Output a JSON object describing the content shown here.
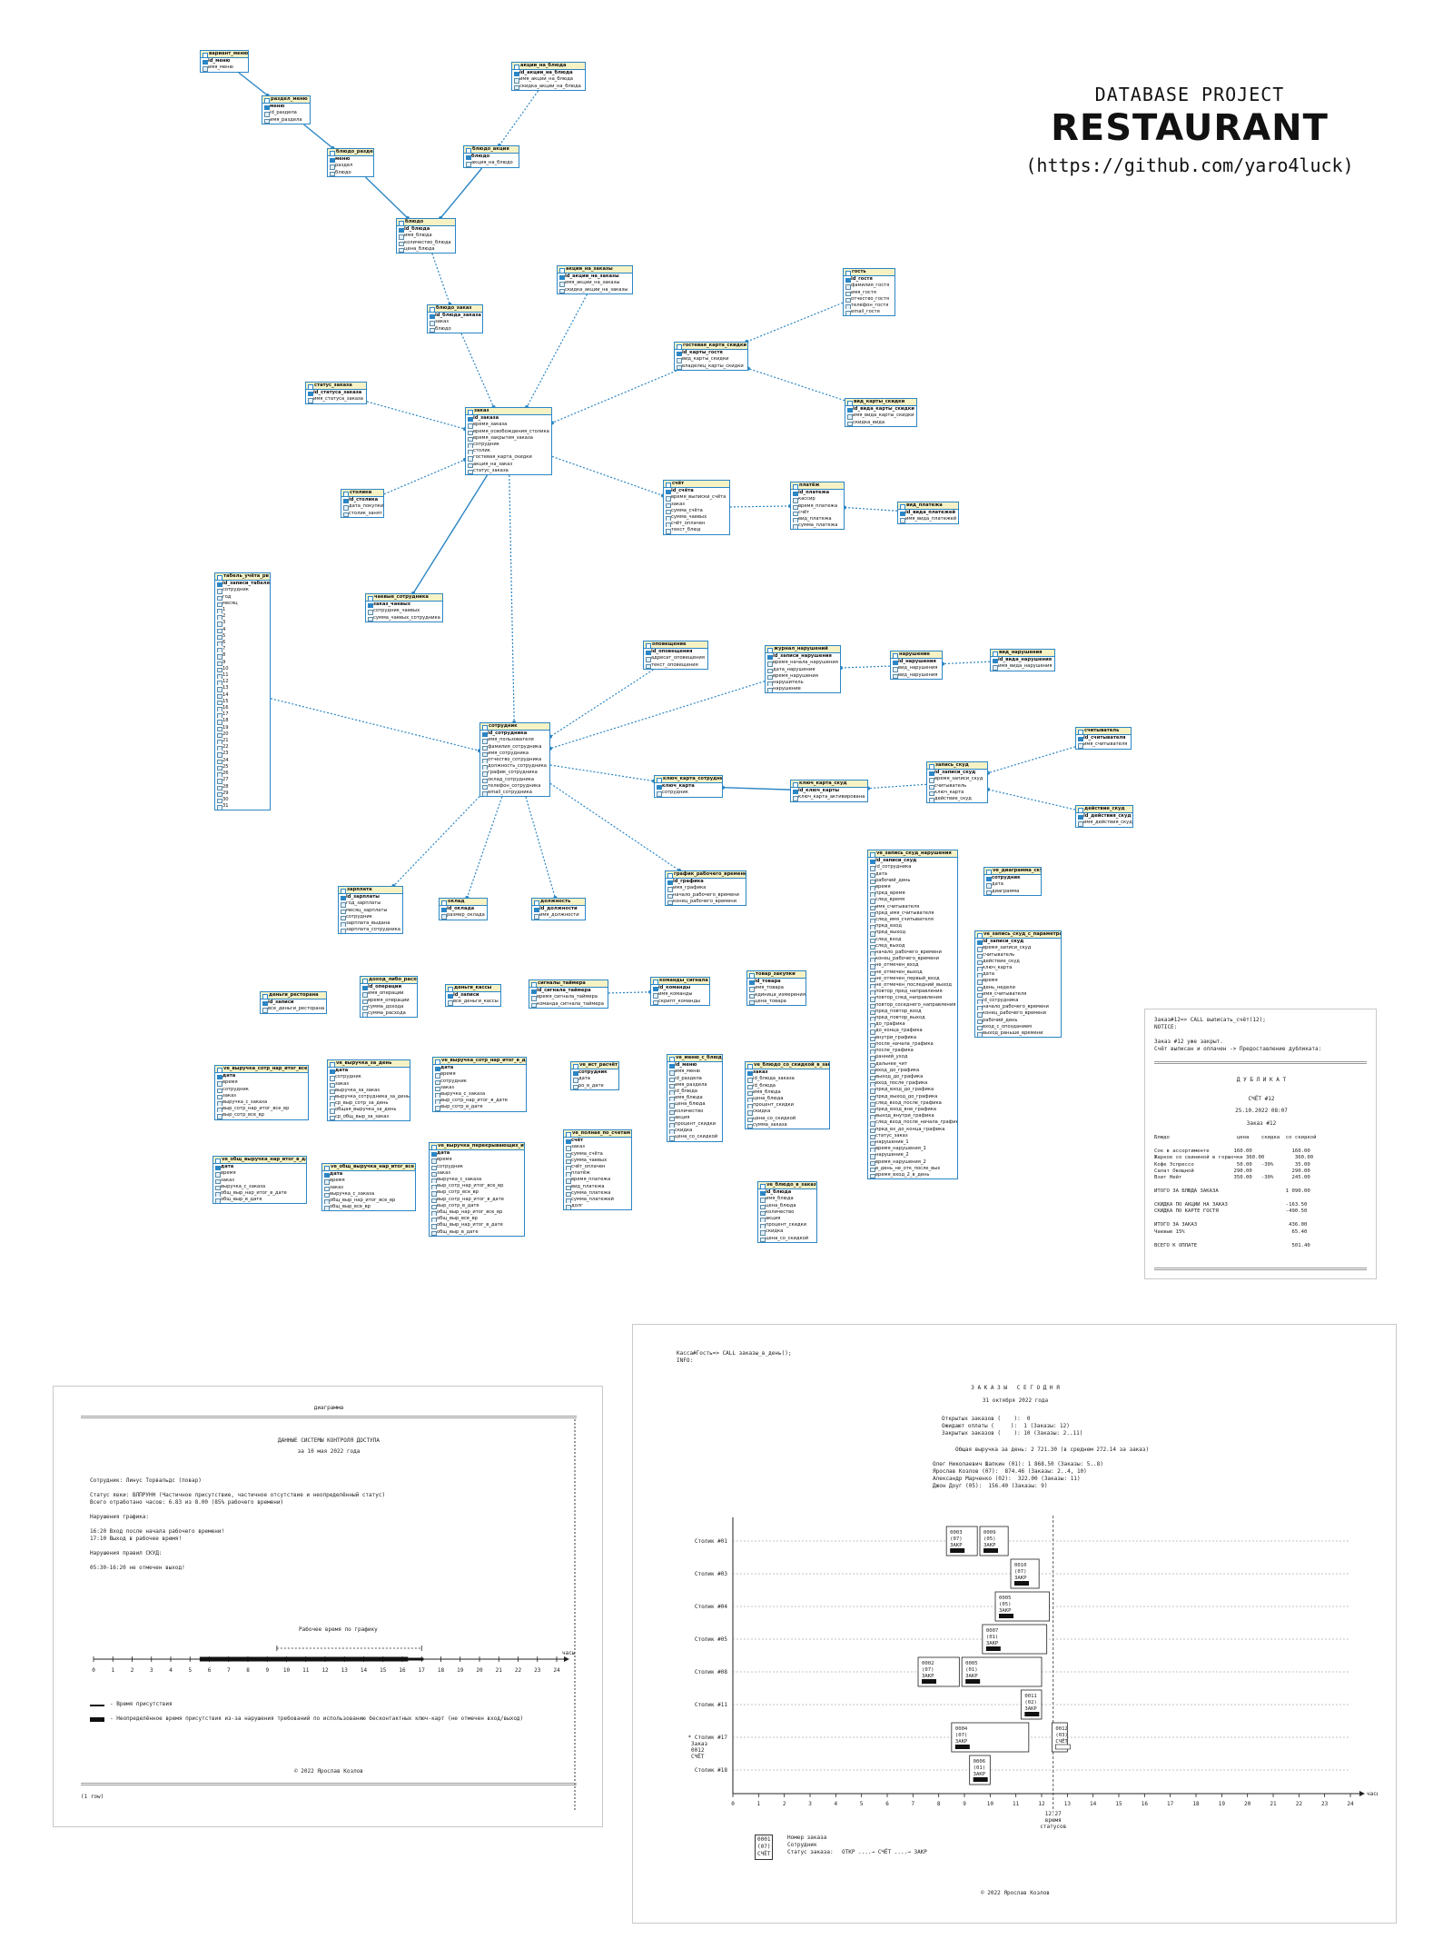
{
  "header": {
    "subtitle": "DATABASE PROJECT",
    "title": "RESTAURANT",
    "url": "(https://github.com/yaro4luck)"
  },
  "er": {
    "t_variant_menu": {
      "title": "вариант_меню",
      "rows": [
        "id_меню",
        "имя_меню"
      ]
    },
    "t_razdel_menu": {
      "title": "раздел_меню",
      "rows": [
        "меню",
        "id_раздела",
        "имя_раздела"
      ]
    },
    "t_bludo_razdel": {
      "title": "блюдо_раздел",
      "rows": [
        "меню",
        "раздел",
        "блюдо"
      ]
    },
    "t_bludo": {
      "title": "блюдо",
      "rows": [
        "id_блюда",
        "имя_блюда",
        "количество_блюда",
        "цена_блюда"
      ]
    },
    "t_akcii_na_bluda": {
      "title": "акции_на_блюда",
      "rows": [
        "id_акции_на_блюда",
        "имя_акции_на_блюда",
        "скидка_акции_на_блюда"
      ]
    },
    "t_bludo_akciya": {
      "title": "блюдо_акция",
      "rows": [
        "блюдо",
        "акция_на_блюдо"
      ]
    },
    "t_akcii_na_zakazy": {
      "title": "акции_на_заказы",
      "rows": [
        "id_акции_на_заказы",
        "имя_акции_на_заказы",
        "скидка_акции_на_заказы"
      ]
    },
    "t_gost": {
      "title": "гость",
      "rows": [
        "id_гостя",
        "фамилия_гостя",
        "имя_гостя",
        "отчество_гостя",
        "телефон_гостя",
        "email_гостя"
      ]
    },
    "t_bludo_zakaz": {
      "title": "блюдо_заказ",
      "rows": [
        "id_блюда_заказа",
        "заказ",
        "блюдо"
      ]
    },
    "t_gostevaya_karta": {
      "title": "гостевая_карта_скидки",
      "rows": [
        "id_карты_гостя",
        "вид_карты_скидки",
        "владелец_карты_скидки"
      ]
    },
    "t_status_zakaza": {
      "title": "статус_заказа",
      "rows": [
        "id_статуса_заказа",
        "имя_статуса_заказа"
      ]
    },
    "t_zakaz": {
      "title": "заказ",
      "rows": [
        "id_заказа",
        "время_заказа",
        "время_освобождения_столика",
        "время_закрытия_заказа",
        "сотрудник",
        "столик",
        "гостевая_карта_скидки",
        "акция_на_заказ",
        "статус_заказа"
      ]
    },
    "t_vid_karty": {
      "title": "вид_карты_скидки",
      "rows": [
        "id_вида_карты_скидки",
        "имя_вида_карты_скидки",
        "скидка_вида"
      ]
    },
    "t_stoliki": {
      "title": "столики",
      "rows": [
        "id_столика",
        "дата_покупки",
        "столик_занят"
      ]
    },
    "t_schet": {
      "title": "счёт",
      "rows": [
        "id_счёта",
        "время_выписки_счёта",
        "заказ",
        "сумма_счёта",
        "сумма_чаевых",
        "счёт_оплачен",
        "текст_блюд"
      ]
    },
    "t_platezh": {
      "title": "платёж",
      "rows": [
        "id_платежа",
        "кассир",
        "время_платежа",
        "счёт",
        "вид_платежа",
        "сумма_платежа"
      ]
    },
    "t_vid_platezha": {
      "title": "вид_платежа",
      "rows": [
        "id_вида_платежей",
        "имя_вида_платежей"
      ]
    },
    "t_tabel": {
      "title": "табель_учёта_рв",
      "rows": [
        "id_записи_табеля",
        "сотрудник",
        "год",
        "месяц",
        "1",
        "2",
        "3",
        "4",
        "5",
        "6",
        "7",
        "8",
        "9",
        "10",
        "11",
        "12",
        "13",
        "14",
        "15",
        "16",
        "17",
        "18",
        "19",
        "20",
        "21",
        "22",
        "23",
        "24",
        "25",
        "26",
        "27",
        "28",
        "29",
        "30",
        "31"
      ]
    },
    "t_chaevye": {
      "title": "чаевые_сотрудника",
      "rows": [
        "заказ_чаевых",
        "сотрудник_чаевых",
        "сумма_чаевых_сотрудника"
      ]
    },
    "t_opoveshenie": {
      "title": "оповещение",
      "rows": [
        "id_оповещения",
        "адресат_оповещения",
        "текст_оповещения"
      ]
    },
    "t_zhurnal_narusheniy": {
      "title": "журнал_нарушений",
      "rows": [
        "id_записи_нарушения",
        "время_начала_нарушения",
        "дата_нарушения",
        "время_нарушения",
        "нарушитель",
        "нарушение"
      ]
    },
    "t_narushenie": {
      "title": "нарушение",
      "rows": [
        "id_нарушения",
        "вид_нарушения",
        "вид_нарушения"
      ]
    },
    "t_vid_narusheniya": {
      "title": "вид_нарушения",
      "rows": [
        "id_вида_нарушения",
        "имя_вида_нарушения"
      ]
    },
    "t_sotrudnik": {
      "title": "сотрудник",
      "rows": [
        "id_сотрудника",
        "имя_пользователя",
        "фамилия_сотрудника",
        "имя_сотрудника",
        "отчество_сотрудника",
        "должность_сотрудника",
        "график_сотрудника",
        "оклад_сотрудника",
        "телефон_сотрудника",
        "email_сотрудника"
      ]
    },
    "t_schityvatel": {
      "title": "считыватель",
      "rows": [
        "id_считывателя",
        "имя_считывателя"
      ]
    },
    "t_zapis_skud": {
      "title": "запись_скуд",
      "rows": [
        "id_записи_скуд",
        "время_записи_скуд",
        "считыватель",
        "ключ_карта",
        "действие_скуд"
      ]
    },
    "t_klyuch_karta_sotr": {
      "title": "ключ_карта_сотрудника",
      "rows": [
        "ключ_карта",
        "сотрудник"
      ]
    },
    "t_klyuch_karta_skud": {
      "title": "ключ_карта_скуд",
      "rows": [
        "id_ключ_карты",
        "ключ_карта_активирована"
      ]
    },
    "t_deystvie_skud": {
      "title": "действие_скуд",
      "rows": [
        "id_действия_скуд",
        "имя_действия_скуд"
      ]
    },
    "t_zarplata": {
      "title": "зарплата",
      "rows": [
        "id_зарплаты",
        "год_зарплаты",
        "месяц_зарплаты",
        "сотрудник",
        "зарплата_выдана",
        "зарплата_сотрудника"
      ]
    },
    "t_oklad": {
      "title": "оклад",
      "rows": [
        "id_оклада",
        "размер_оклада"
      ]
    },
    "t_dolzhnost": {
      "title": "должность",
      "rows": [
        "id_должности",
        "имя_должности"
      ]
    },
    "t_grafik": {
      "title": "график_рабочего_времени",
      "rows": [
        "id_графика",
        "имя_графика",
        "начало_рабочего_времени",
        "конец_рабочего_времени"
      ]
    },
    "t_ve_zapis_narush": {
      "title": "ve_запись_скуд_нарушения",
      "rows": [
        "id_записи_скуд",
        "id_сотрудника",
        "дата",
        "рабочий_день",
        "время",
        "пред_время",
        "след_время",
        "имя_считывателя",
        "пред_имя_считывателя",
        "след_имя_считывателя",
        "пред_вход",
        "пред_выход",
        "след_вход",
        "след_выход",
        "начало_рабочего_времени",
        "конец_рабочего_времени",
        "не_отмечен_вход",
        "не_отмечен_выход",
        "не_отмечен_первый_вход",
        "не_отмечен_последний_выход",
        "повтор_пред_направления",
        "повтор_след_направления",
        "повтор_соседнего_направления",
        "пред_повтор_вход",
        "пред_повтор_выход",
        "до_графика",
        "до_конца_графика",
        "внутри_графика",
        "после_начала_графика",
        "после_графика",
        "ранний_уход",
        "дальнее_чит",
        "вход_до_графика",
        "выход_до_графика",
        "вход_после_графика",
        "пред_вход_до_графика",
        "пред_выход_до_графика",
        "след_вход_после_графика",
        "пред_вход_вне_графика",
        "выход_внутри_графика",
        "след_вход_после_начала_графика",
        "пред_вх_до_конца_графика",
        "статус_заказ",
        "нарушение_1",
        "время_нарушения_1",
        "нарушение_2",
        "время_нарушения_2",
        "в_день_не_отк_после_вых",
        "время_вход_2_в_день"
      ]
    },
    "t_ve_diagramma": {
      "title": "ve_диаграмма_скуд",
      "rows": [
        "сотрудник",
        "дата",
        "диаграмма"
      ]
    },
    "t_ve_zapis_param": {
      "title": "ve_запись_скуд_с_параметрами",
      "rows": [
        "id_записи_скуд",
        "время_записи_скуд",
        "считыватель",
        "действие_скуд",
        "ключ_карта",
        "дата",
        "время",
        "день_недели",
        "имя_считывателя",
        "id_сотрудника",
        "начало_рабочего_времени",
        "конец_рабочего_времени",
        "рабочий_день",
        "вход_с_опозданием",
        "выход_раньше_времени"
      ]
    },
    "t_dengi_restorana": {
      "title": "деньги_ресторана",
      "rows": [
        "id_записи",
        "все_деньги_ресторана"
      ]
    },
    "t_dohod": {
      "title": "доход_либо_расход",
      "rows": [
        "id_операции",
        "имя_операции",
        "время_операции",
        "сумма_дохода",
        "сумма_расхода"
      ]
    },
    "t_dengi_kassy": {
      "title": "деньги_кассы",
      "rows": [
        "id_записи",
        "все_деньги_кассы"
      ]
    },
    "t_signaly": {
      "title": "сигналы_таймера",
      "rows": [
        "id_сигнала_таймера",
        "время_сигнала_таймера",
        "команда_сигнала_таймера"
      ]
    },
    "t_komandy": {
      "title": "команды_сигнала",
      "rows": [
        "id_команды",
        "имя_команды",
        "скрипт_команды"
      ]
    },
    "t_tovar": {
      "title": "товар_закупки",
      "rows": [
        "id_товара",
        "имя_товара",
        "единица_измерения",
        "цена_товара"
      ]
    },
    "t_ve_vyr_sotr_itog": {
      "title": "ve_выручка_сотр_нар_итог_все_вр",
      "rows": [
        "дата",
        "время",
        "сотрудник",
        "заказ",
        "выручка_с_заказа",
        "выр_сотр_нар_итог_все_вр",
        "выр_сотр_все_вр"
      ]
    },
    "t_ve_vyr_za_den": {
      "title": "ve_выручка_за_день",
      "rows": [
        "дата",
        "сотрудник",
        "заказ",
        "выручка_за_заказ",
        "выручка_сотрудника_за_день",
        "ср_выр_сотр_за_день",
        "общая_выручка_за_день",
        "ср_общ_выр_за_заказ"
      ]
    },
    "t_ve_vyr_sotr_nar": {
      "title": "ve_выручка_сотр_нар_итог_в_дате",
      "rows": [
        "дата",
        "время",
        "сотрудник",
        "заказ",
        "выручка_с_заказа",
        "выр_сотр_нар_итог_в_дате",
        "выр_сотр_в_дате"
      ]
    },
    "t_ve_ist_rasch": {
      "title": "ve_ист_расчёт_вм",
      "rows": [
        "сотрудник",
        "дата",
        "ро_в_дате"
      ]
    },
    "t_ve_menu": {
      "title": "ve_меню_с_блюда",
      "rows": [
        "id_меню",
        "имя_меню",
        "id_раздела",
        "имя_раздела",
        "id_блюда",
        "имя_блюда",
        "цена_блюда",
        "количество",
        "акция",
        "процент_скидки",
        "скидка",
        "цена_со_скидкой"
      ]
    },
    "t_ve_bludo_skidka": {
      "title": "ve_блюдо_со_скидкой_в_заказе",
      "rows": [
        "заказ",
        "id_блюда_заказа",
        "id_блюда",
        "имя_блюда",
        "цена_блюда",
        "процент_скидки",
        "скидка",
        "цена_со_скидкой",
        "сумма_заказа"
      ]
    },
    "t_ve_obsh_vyr_dni": {
      "title": "ve_общ_выручка_нар_итог_в_дате",
      "rows": [
        "дата",
        "время",
        "заказ",
        "выручка_с_заказа",
        "общ_выр_нар_итог_в_дате",
        "общ_выр_в_дате"
      ]
    },
    "t_ve_obsh_vyr_all": {
      "title": "ve_общ_выручка_нар_итог_все_вр",
      "rows": [
        "дата",
        "время",
        "заказ",
        "выручка_с_заказа",
        "общ_выр_нар_итог_все_вр",
        "общ_выр_все_вр"
      ]
    },
    "t_ve_vyr_perekr": {
      "title": "ve_выручка_перекрывающих_итогов",
      "rows": [
        "дата",
        "время",
        "сотрудник",
        "заказ",
        "выручка_с_заказа",
        "выр_сотр_нар_итог_все_вр",
        "выр_сотр_все_вр",
        "выр_сотр_нар_итог_в_дате",
        "выр_сотр_в_дате",
        "общ_выр_нар_итог_все_вр",
        "общ_выр_все_вр",
        "общ_выр_нар_итог_в_дате",
        "общ_выр_в_дате"
      ]
    },
    "t_ve_polnaya_schet": {
      "title": "ve_полная_по_счетам",
      "rows": [
        "счёт",
        "заказ",
        "сумма_счёта",
        "сумма_чаевых",
        "счёт_оплачен",
        "платёж",
        "время_платежа",
        "вид_платежа",
        "сумма_платежа",
        "сумма_платежей",
        "долг"
      ]
    },
    "t_ve_bludo_zakaz": {
      "title": "ve_блюдо_в_заказе",
      "rows": [
        "id_блюда",
        "имя_блюда",
        "цена_блюда",
        "количество",
        "акция",
        "процент_скидки",
        "скидка",
        "цена_со_скидкой"
      ]
    }
  },
  "receipt": {
    "head": "Заказ#12=> CALL выписать_счёт(12);\nNOTICE:\n\nЗаказ #12 уже закрыт.\nСчёт выписан и оплачен -> Предоставление дубликата:",
    "dup": "Д У Б Л И К А Т",
    "no": "СЧЁТ #12",
    "date": "25.10.2022 08:07",
    "order": "Заказ #12",
    "body": "Блюдо                      цена    скидка  со скидкой\n\nСок в ассортименте        160.00             160.00\nЖаркое со свининой в горшочке 360.00          360.00\nКофе Эспрессо              50.00   -30%       35.00\nСалат Овощной             290.00             290.00\nВзит Нейт                 350.00   -30%      245.00\n\nИТОГО ЗА БЛЮДА ЗАКАЗА                      1 090.00\n\nСКИДКА ПО АКЦИИ НА ЗАКАЗ                   -163.50\nСКИДКА ПО КАРТЕ ГОСТЯ                      -490.50\n\nИТОГО ЗА ЗАКАЗ                              436.00\nЧаевые 15%                                   65.40\n\nВСЕГО К ОПЛАТЕ                               501.40"
  },
  "diag": {
    "label": "диаграмма",
    "title": "ДАННЫЕ СИСТЕМЫ КОНТРОЛЯ ДОСТУПА",
    "date": "за 10 мая 2022 года",
    "body": "Сотрудник: Линус Торвальдс (повар)\n\nСтатус явки: ВЛПРУНН (Частичное присутствие, частичное отсутствие и неопределённый статус)\nВсего отработано часов: 6.83 из 8.00 (85% рабочего времени)\n\nНарушения графика:\n\n16:20 Вход после начала рабочего времени!\n17:10 Выход в рабочее время!\n\nНарушения правил СКУД:\n\n05:30-16:20 не отмечен выход!",
    "axis_caption": "Рабочее время по графику",
    "axis_unit": "часы",
    "ticks": [
      "0",
      "1",
      "2",
      "3",
      "4",
      "5",
      "6",
      "7",
      "8",
      "9",
      "10",
      "11",
      "12",
      "13",
      "14",
      "15",
      "16",
      "17",
      "18",
      "19",
      "20",
      "21",
      "22",
      "23",
      "24"
    ],
    "legend1": "- Время присутствия",
    "legend2": "- Неопределённое время присутствия из-за нарушения требований по использованию бесконтактных ключ-карт (не отмечен вход/выход)",
    "copy": "© 2022 Ярослав Козлов",
    "rows": "(1 row)",
    "presence": [
      [
        9,
        11
      ],
      [
        16.3,
        17.1
      ]
    ],
    "uncertain": [
      [
        5.5,
        16.3
      ]
    ],
    "schedule": [
      9.5,
      17
    ]
  },
  "orders": {
    "head": "Касса#Гость=> CALL заказы_в_день();\nINFO:",
    "title": "З А К А З Ы   С Е Г О Д Н Я",
    "date": "31 октября 2022 года",
    "stats": "Открытых заказов (    ):  0\nОжидают оплаты (     ):  1 (Заказы: 12)\nЗакрытых заказов (    ): 10 (Заказы: 2..11)",
    "revenue": "Общая выручка за день: 2 721.30 (в среднем 272.14 за заказ)",
    "staff": "Олег Николаевич Шапкин (01): 1 868.50 (Заказы: 5..8)\nЯрослав Козлов (07):  874.46 (Заказы: 2..4, 10)\nАлександр Марченко (02):  322.00 (Заказы: 11)\nДжон Доуг (05):  156.40 (Заказы: 9)",
    "tables": [
      "Столик #01",
      "Столик #03",
      "Столик #04",
      "Столик #05",
      "Столик #08",
      "Столик #11",
      "* Столик #17",
      "Столик #18"
    ],
    "extra17": "Заказ\n0012\nСЧЁТ",
    "axis_unit": "часы",
    "ticks": [
      "0",
      "1",
      "2",
      "3",
      "4",
      "5",
      "6",
      "7",
      "8",
      "9",
      "10",
      "11",
      "12",
      "13",
      "14",
      "15",
      "16",
      "17",
      "18",
      "19",
      "20",
      "21",
      "22",
      "23",
      "24"
    ],
    "now": "12:27\nвремя\nстатусов",
    "legend": "Номер заказа\nСотрудник\nСтатус заказа:",
    "legend_box": "0001\n(07)\nСЧЁТ",
    "legend_states": "ОТКР ....→ СЧЁТ ....→ ЗАКР",
    "copy": "© 2022 Ярослав Козлов",
    "bars": [
      {
        "row": 0,
        "start": 8.3,
        "end": 9.5,
        "label": "0003\n(07)\nЗАКР"
      },
      {
        "row": 0,
        "start": 9.6,
        "end": 10.7,
        "label": "0009\n(05)\nЗАКР"
      },
      {
        "row": 1,
        "start": 10.8,
        "end": 11.9,
        "label": "0010\n(07)\nЗАКР"
      },
      {
        "row": 2,
        "start": 10.2,
        "end": 12.3,
        "label": "0005\n(05)\nЗАКР"
      },
      {
        "row": 3,
        "start": 9.7,
        "end": 12.2,
        "label": "0007\n(01)\nЗАКР"
      },
      {
        "row": 4,
        "start": 7.2,
        "end": 8.8,
        "label": "0002\n(07)\nЗАКР"
      },
      {
        "row": 4,
        "start": 8.9,
        "end": 12.0,
        "label": "0005\n(01)\nЗАКР"
      },
      {
        "row": 5,
        "start": 11.2,
        "end": 12.0,
        "label": "0011\n(02)\nЗАКР"
      },
      {
        "row": 6,
        "start": 8.5,
        "end": 11.5,
        "label": "0004\n(07)\nЗАКР"
      },
      {
        "row": 6,
        "start": 12.4,
        "end": 13.0,
        "label": "0012\n(03)\nСЧЁТ"
      },
      {
        "row": 7,
        "start": 9.2,
        "end": 10.0,
        "label": "0006\n(01)\nЗАКР"
      }
    ]
  }
}
